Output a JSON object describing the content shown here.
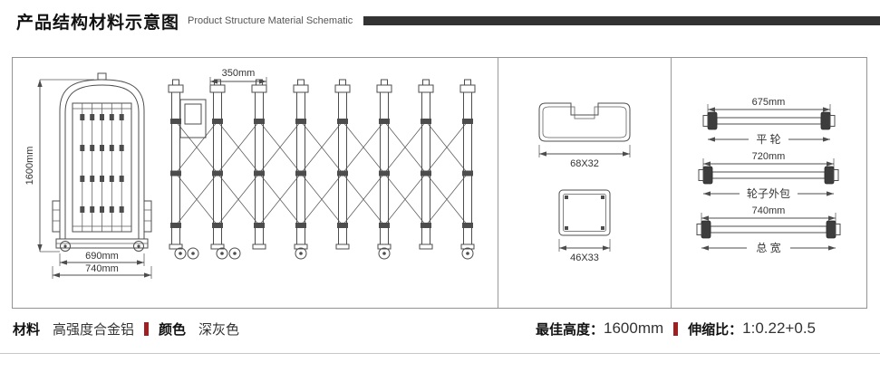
{
  "header": {
    "title_cn": "产品结构材料示意图",
    "title_en": "Product Structure Material Schematic"
  },
  "diagram": {
    "post": {
      "height": "1600mm",
      "width_inner": "690mm",
      "width_outer": "740mm"
    },
    "gate": {
      "unit_width": "350mm"
    },
    "profiles": [
      {
        "dim": "68X32"
      },
      {
        "dim": "46X33"
      }
    ],
    "wheels": [
      {
        "dim": "675mm",
        "label": "平 轮"
      },
      {
        "dim": "720mm",
        "label": "轮子外包"
      },
      {
        "dim": "740mm",
        "label": "总 宽"
      }
    ]
  },
  "footer": {
    "material_label": "材料",
    "material_value": "高强度合金铝",
    "color_label": "颜色",
    "color_value": "深灰色",
    "height_label": "最佳高度：",
    "height_value": "1600mm",
    "ratio_label": "伸缩比：",
    "ratio_value": "1:0.22+0.5"
  },
  "colors": {
    "accent": "#9e2020",
    "line": "#4d4d4d",
    "header_bar": "#333333"
  }
}
